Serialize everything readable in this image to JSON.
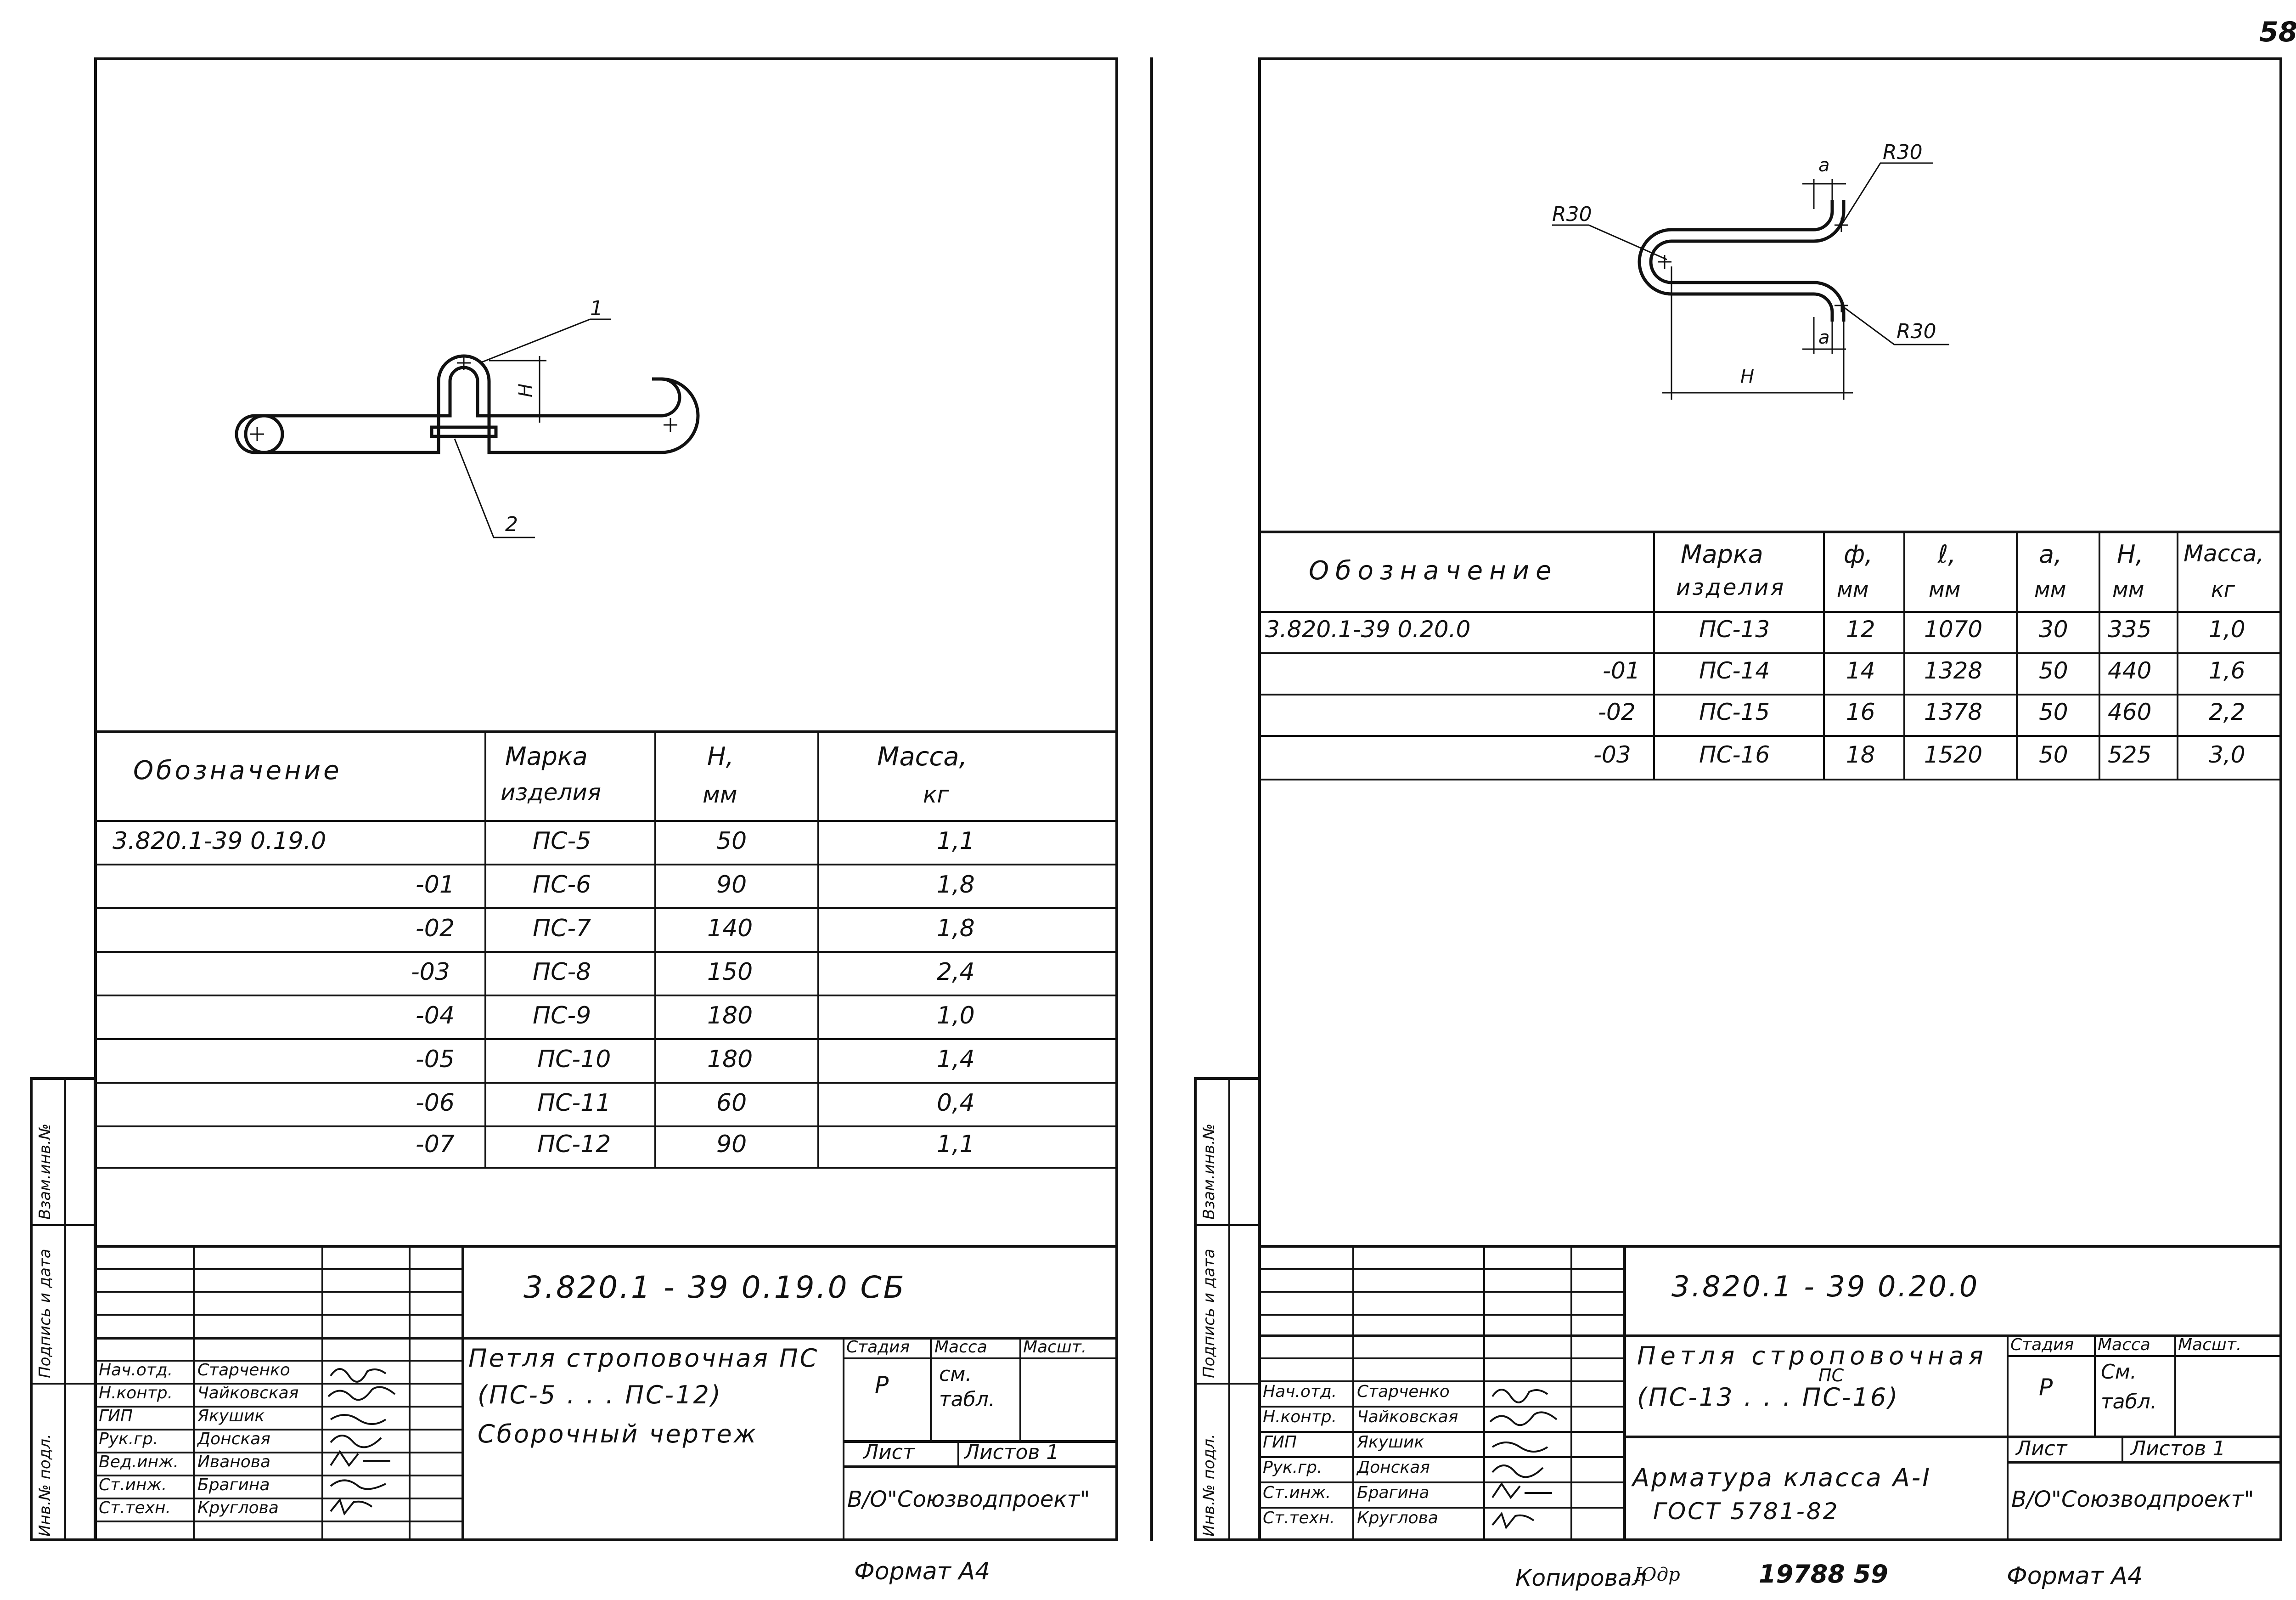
{
  "page_number": "58",
  "left_sheet": {
    "labels": {
      "pos1": "1",
      "pos2": "2",
      "dim_h": "H"
    },
    "table": {
      "headers": {
        "designation": "Обозначение",
        "mark_line1": "Марка",
        "mark_line2": "изделия",
        "h_line1": "H,",
        "h_line2": "мм",
        "mass_line1": "Масса,",
        "mass_line2": "кг"
      },
      "rows": [
        {
          "designation": "3.820.1-39   0.19.0",
          "mark": "ПС-5",
          "h": "50",
          "mass": "1,1"
        },
        {
          "designation": "-01",
          "mark": "ПС-6",
          "h": "90",
          "mass": "1,8"
        },
        {
          "designation": "-02",
          "mark": "ПС-7",
          "h": "140",
          "mass": "1,8"
        },
        {
          "designation": "-03",
          "mark": "ПС-8",
          "h": "150",
          "mass": "2,4"
        },
        {
          "designation": "-04",
          "mark": "ПС-9",
          "h": "180",
          "mass": "1,0"
        },
        {
          "designation": "-05",
          "mark": "ПС-10",
          "h": "180",
          "mass": "1,4"
        },
        {
          "designation": "-06",
          "mark": "ПС-11",
          "h": "60",
          "mass": "0,4"
        },
        {
          "designation": "-07",
          "mark": "ПС-12",
          "h": "90",
          "mass": "1,1"
        }
      ]
    },
    "title_block": {
      "doc_code": "3.820.1 - 39   0.19.0 СБ",
      "title_line1": "Петля строповочная ПС",
      "title_line2": "(ПС-5 . . . ПС-12)",
      "title_line3": "Сборочный чертеж",
      "stage_label": "Стадия",
      "mass_label": "Масса",
      "scale_label": "Масшт.",
      "stage_value": "Р",
      "mass_value_line1": "см.",
      "mass_value_line2": "табл.",
      "sheet_label": "Лист",
      "sheets_label": "Листов 1",
      "org": "В/О\"Союзводпроект\"",
      "roles": [
        "Нач.отд.",
        "Н.контр.",
        "ГИП",
        "Рук.гр.",
        "Вед.инж.",
        "Ст.инж.",
        "Ст.техн."
      ],
      "names": [
        "Старченко",
        "Чайковская",
        "Якушик",
        "Донская",
        "Иванова",
        "Брагина",
        "Круглова"
      ]
    },
    "side_stamp": [
      "Инв.№ подл.",
      "Подпись и дата",
      "Взам.инв.№"
    ],
    "format": "Формат А4"
  },
  "right_sheet": {
    "labels": {
      "r1": "R30",
      "r2": "R30",
      "r3": "R30",
      "a1": "a",
      "a2": "a",
      "dim_h": "H"
    },
    "table": {
      "headers": {
        "designation": "Обозначение",
        "mark_line1": "Марка",
        "mark_line2": "изделия",
        "d_line1": "ф,",
        "d_line2": "мм",
        "l_line1": "ℓ,",
        "l_line2": "мм",
        "a_line1": "a,",
        "a_line2": "мм",
        "h_line1": "H,",
        "h_line2": "мм",
        "mass_line1": "Масса,",
        "mass_line2": "кг"
      },
      "rows": [
        {
          "designation": "3.820.1-39   0.20.0",
          "mark": "ПС-13",
          "d": "12",
          "l": "1070",
          "a": "30",
          "h": "335",
          "mass": "1,0"
        },
        {
          "designation": "-01",
          "mark": "ПС-14",
          "d": "14",
          "l": "1328",
          "a": "50",
          "h": "440",
          "mass": "1,6"
        },
        {
          "designation": "-02",
          "mark": "ПС-15",
          "d": "16",
          "l": "1378",
          "a": "50",
          "h": "460",
          "mass": "2,2"
        },
        {
          "designation": "-03",
          "mark": "ПС-16",
          "d": "18",
          "l": "1520",
          "a": "50",
          "h": "525",
          "mass": "3,0"
        }
      ]
    },
    "title_block": {
      "doc_code": "3.820.1 - 39   0.20.0",
      "title_line1": "Петля строповочная",
      "title_sup": "ПС",
      "title_line2": "(ПС-13 . . . ПС-16)",
      "title_line3": "Арматура класса А-I",
      "title_line4": "ГОСТ 5781-82",
      "stage_label": "Стадия",
      "mass_label": "Масса",
      "scale_label": "Масшт.",
      "stage_value": "Р",
      "mass_value_line1": "См.",
      "mass_value_line2": "табл.",
      "sheet_label": "Лист",
      "sheets_label": "Листов 1",
      "org": "В/О\"Союзводпроект\"",
      "roles": [
        "Нач.отд.",
        "Н.контр.",
        "ГИП",
        "Рук.гр.",
        "Ст.инж.",
        "Ст.техн."
      ],
      "names": [
        "Старченко",
        "Чайковская",
        "Якушик",
        "Донская",
        "Брагина",
        "Круглова"
      ]
    },
    "side_stamp": [
      "Инв.№ подл.",
      "Подпись и дата",
      "Взам.инв.№"
    ],
    "format": "Формат А4"
  },
  "footer": {
    "copied": "Копировал",
    "number": "19788  59"
  }
}
